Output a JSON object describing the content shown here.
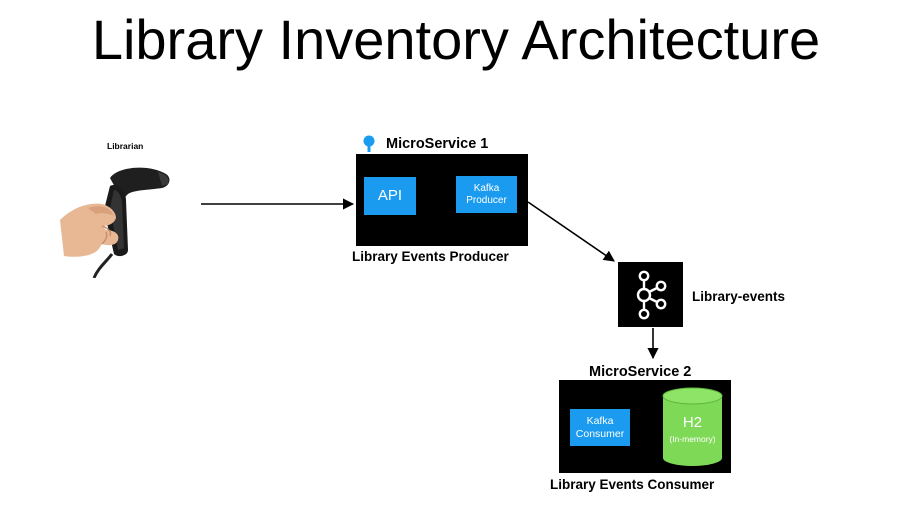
{
  "title": "Library Inventory Architecture",
  "librarian": {
    "label": "Librarian",
    "icon": "barcode-scanner-icon"
  },
  "microservice1": {
    "heading": "MicroService 1",
    "api_label": "API",
    "producer_label_line1": "Kafka",
    "producer_label_line2": "Producer",
    "caption": "Library Events Producer"
  },
  "kafka_topic": {
    "label": "Library-events",
    "icon": "kafka-icon"
  },
  "microservice2": {
    "heading": "MicroService 2",
    "consumer_label_line1": "Kafka",
    "consumer_label_line2": "Consumer",
    "db_name": "H2",
    "db_note": "(In-memory)",
    "caption": "Library Events Consumer"
  },
  "colors": {
    "accent_blue": "#1a9bf0",
    "db_green": "#7ed957",
    "box_black": "#000000"
  }
}
